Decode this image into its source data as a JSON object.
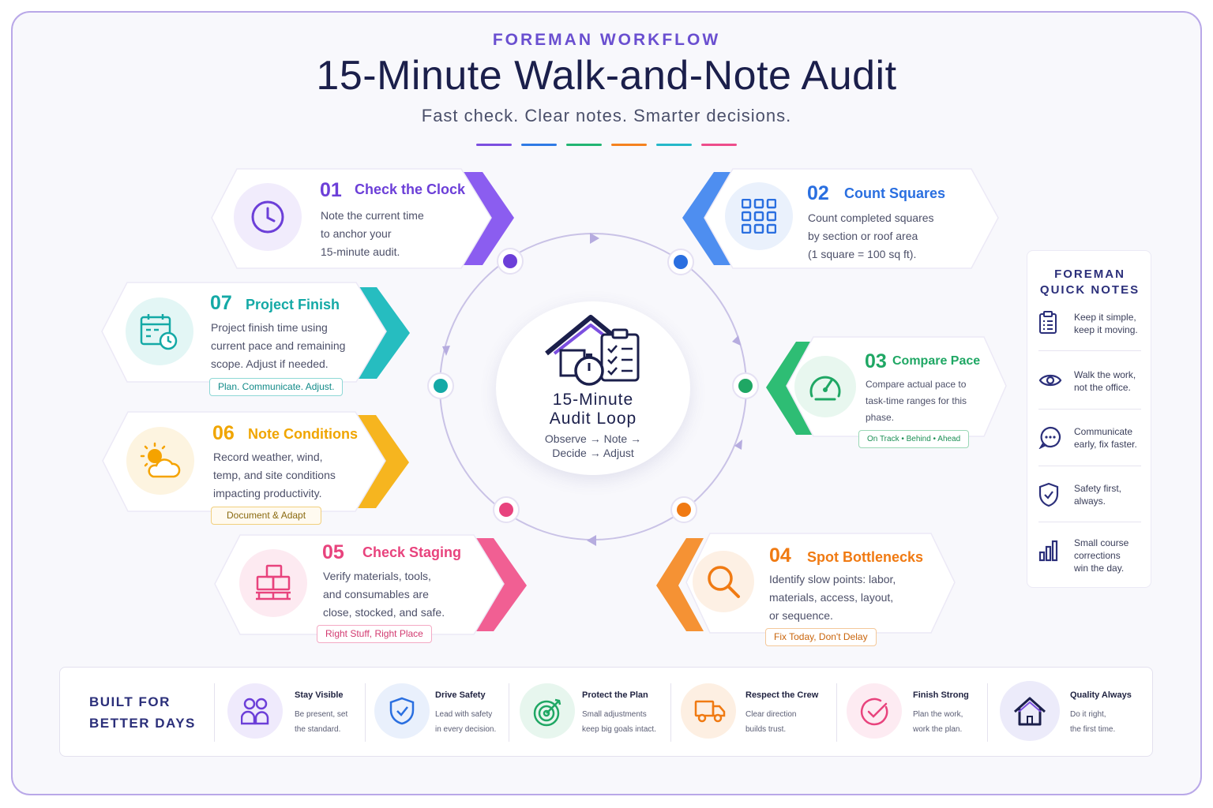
{
  "header": {
    "kicker": "FOREMAN WORKFLOW",
    "title": "15-Minute Walk-and-Note Audit",
    "subtitle": "Fast check. Clear notes. Smarter decisions.",
    "dash_colors": [
      "#7c4fe0",
      "#2f7ae5",
      "#22b573",
      "#f5821f",
      "#26b8c9",
      "#ee4d8b"
    ]
  },
  "center": {
    "title_line1": "15-Minute",
    "title_line2": "Audit Loop",
    "sub_line1": "Observe → Note →",
    "sub_line2": "Decide → Adjust",
    "icon": "house-clipboard-stopwatch-icon"
  },
  "steps": [
    {
      "num": "01",
      "name": "Check the Clock",
      "desc": [
        "Note the current time",
        "to anchor your",
        "15-minute audit."
      ],
      "tag": "",
      "color": "#6c3fd8",
      "icon": "clock-icon"
    },
    {
      "num": "02",
      "name": "Count Squares",
      "desc": [
        "Count completed squares",
        "by section or roof area",
        "(1 square = 100 sq ft)."
      ],
      "tag": "",
      "color": "#2a6fe0",
      "icon": "grid-icon"
    },
    {
      "num": "03",
      "name": "Compare Pace",
      "desc": [
        "Compare actual pace to",
        "task-time ranges for this",
        "phase."
      ],
      "tag": "On Track • Behind • Ahead",
      "color": "#1fa764",
      "icon": "speedometer-icon"
    },
    {
      "num": "04",
      "name": "Spot Bottlenecks",
      "desc": [
        "Identify slow points: labor,",
        "materials, access, layout,",
        "or sequence."
      ],
      "tag": "Fix Today, Don't Delay",
      "color": "#f07a12",
      "icon": "magnifier-icon"
    },
    {
      "num": "05",
      "name": "Check Staging",
      "desc": [
        "Verify materials, tools,",
        "and consumables are",
        "close, stocked, and safe."
      ],
      "tag": "Right Stuff, Right Place",
      "color": "#e8437d",
      "icon": "pallet-boxes-icon"
    },
    {
      "num": "06",
      "name": "Note Conditions",
      "desc": [
        "Record weather, wind,",
        "temp, and site conditions",
        "impacting productivity."
      ],
      "tag": "Document & Adapt",
      "color": "#f0a500",
      "icon": "sun-cloud-icon"
    },
    {
      "num": "07",
      "name": "Project Finish",
      "desc": [
        "Project finish time using",
        "current pace and remaining",
        "scope. Adjust if needed."
      ],
      "tag": "Plan. Communicate. Adjust.",
      "color": "#14a9a6",
      "icon": "calendar-clock-icon"
    }
  ],
  "quick_notes": {
    "title_line1": "FOREMAN",
    "title_line2": "QUICK NOTES",
    "items": [
      {
        "line1": "Keep it simple,",
        "line2": "keep it moving.",
        "icon": "clipboard-icon"
      },
      {
        "line1": "Walk the work,",
        "line2": "not the office.",
        "icon": "eye-icon"
      },
      {
        "line1": "Communicate",
        "line2": "early, fix faster.",
        "icon": "chat-bubble-icon"
      },
      {
        "line1": "Safety first,",
        "line2": "always.",
        "icon": "shield-check-icon"
      },
      {
        "line1": "Small course",
        "line2": "corrections",
        "line3": "win the day.",
        "icon": "bar-chart-icon"
      }
    ]
  },
  "values": {
    "title_line1": "BUILT FOR",
    "title_line2": "BETTER DAYS",
    "items": [
      {
        "name": "Stay Visible",
        "line1": "Be present, set",
        "line2": "the standard.",
        "icon": "people-icon",
        "color": "#6c3fd8"
      },
      {
        "name": "Drive Safety",
        "line1": "Lead with safety",
        "line2": "in every decision.",
        "icon": "shield-check-icon",
        "color": "#2a6fe0"
      },
      {
        "name": "Protect the Plan",
        "line1": "Small adjustments",
        "line2": "keep big goals intact.",
        "icon": "target-icon",
        "color": "#1fa764"
      },
      {
        "name": "Respect the Crew",
        "line1": "Clear direction",
        "line2": "builds trust.",
        "icon": "truck-icon",
        "color": "#f07a12"
      },
      {
        "name": "Finish Strong",
        "line1": "Plan the work,",
        "line2": "work the plan.",
        "icon": "check-circle-icon",
        "color": "#e8437d"
      },
      {
        "name": "Quality Always",
        "line1": "Do it right,",
        "line2": "the first time.",
        "icon": "house-icon",
        "color": "#2b2f7a"
      }
    ]
  }
}
